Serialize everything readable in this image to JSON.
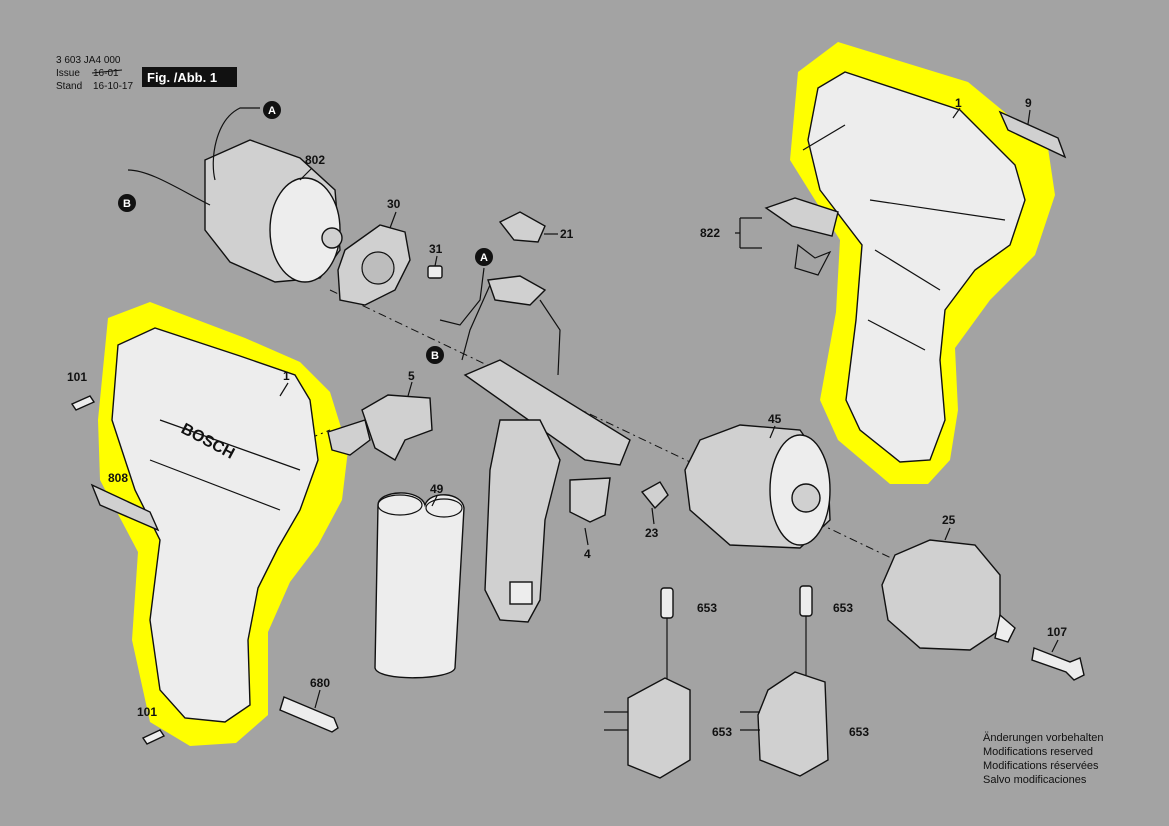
{
  "header": {
    "doc_number": "3 603 JA4 000",
    "issue_label": "Issue",
    "issue_value": "16-01",
    "stand_label": "Stand",
    "stand_value": "16-10-17",
    "figure_label": "Fig. /Abb. 1"
  },
  "connectors": {
    "a": "A",
    "b": "B"
  },
  "parts": {
    "p1_left": "1",
    "p1_right": "1",
    "p4": "4",
    "p5": "5",
    "p9": "9",
    "p21": "21",
    "p23": "23",
    "p25": "25",
    "p30": "30",
    "p31": "31",
    "p45": "45",
    "p49": "49",
    "p101_top": "101",
    "p101_bottom": "101",
    "p107": "107",
    "p653_a": "653",
    "p653_b": "653",
    "p653_c": "653",
    "p653_d": "653",
    "p680": "680",
    "p802": "802",
    "p808": "808",
    "p822": "822"
  },
  "brand_mark": "BOSCH",
  "notes": [
    "Änderungen vorbehalten",
    "Modifications reserved",
    "Modifications réservées",
    "Salvo modificaciones"
  ],
  "colors": {
    "background": "#a3a3a3",
    "highlight": "#ffff00"
  }
}
